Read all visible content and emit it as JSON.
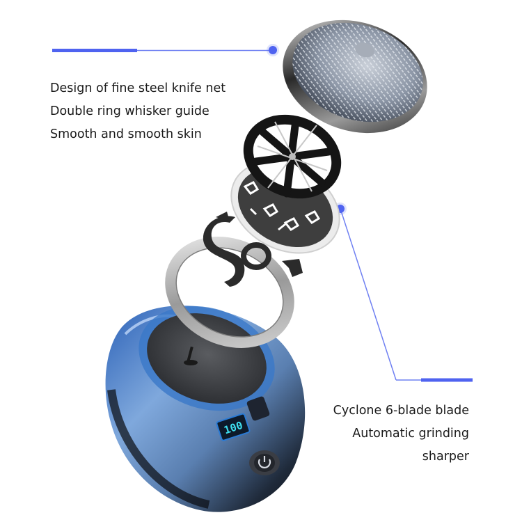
{
  "colors": {
    "accent": "#4f63f0",
    "accent_light": "#8a98f5",
    "text": "#1a1a1a",
    "background": "#ffffff",
    "body_blue": "#3f6fb0",
    "display_cyan": "#3fe0f0"
  },
  "callouts": {
    "top": {
      "features": [
        "Design of fine steel knife net",
        "Double ring whisker guide",
        "Smooth and smooth skin"
      ],
      "points_to": "steel-knife-net"
    },
    "bottom": {
      "features": [
        "Cyclone 6-blade blade",
        "Automatic grinding",
        "sharper"
      ],
      "points_to": "cyclone-blade"
    }
  },
  "product": {
    "parts": [
      "steel-knife-net",
      "cyclone-6-blade",
      "pattern-disc",
      "double-ring-whisker-guide",
      "outer-ring",
      "shaver-body"
    ],
    "display_value": "100",
    "icons": [
      "power-icon"
    ]
  }
}
